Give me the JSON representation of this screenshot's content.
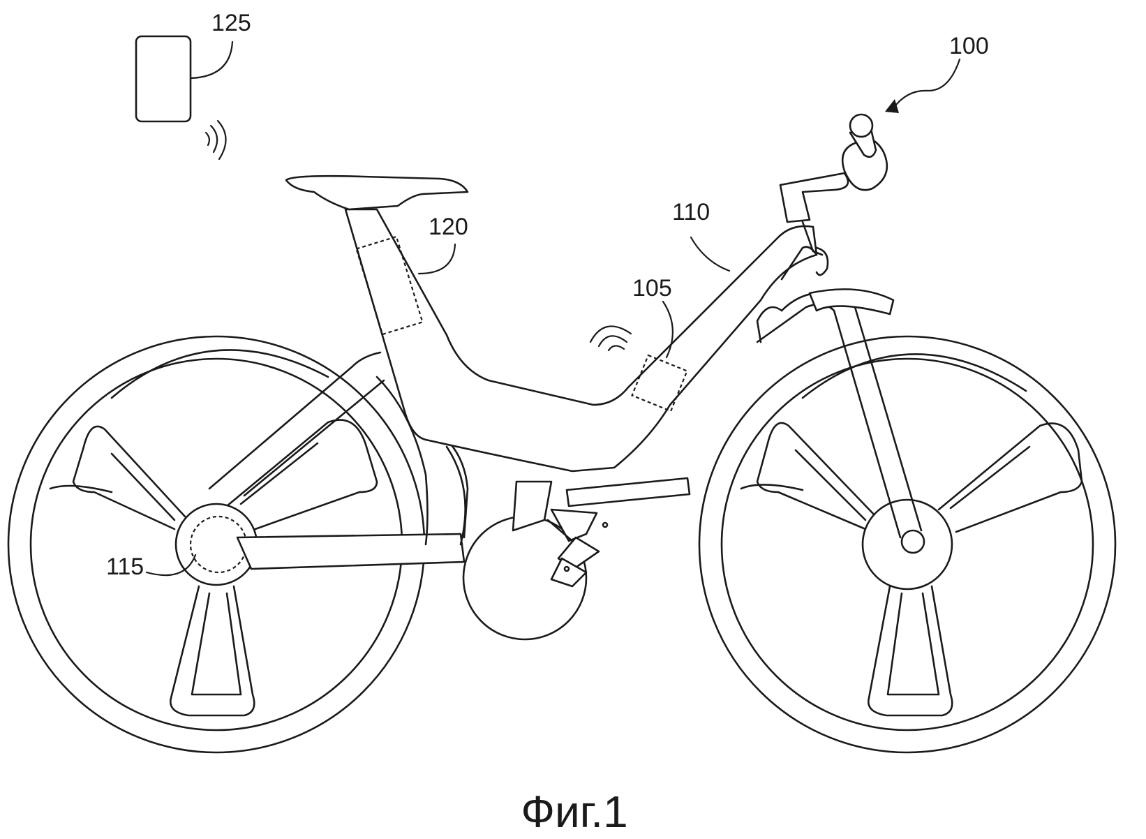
{
  "figure": {
    "caption": "Фиг.1",
    "refs": {
      "bicycle": "100",
      "frame": "110",
      "frame_module": "105",
      "seat_tube_module": "120",
      "hub_motor": "115",
      "mobile_device": "125"
    }
  }
}
